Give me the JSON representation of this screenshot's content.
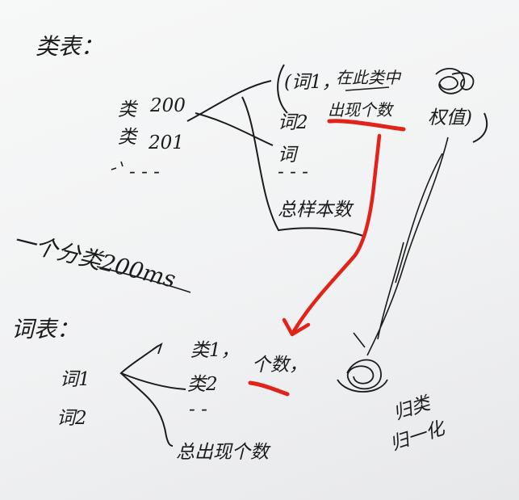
{
  "category_table": {
    "heading": "类表：",
    "rows": [
      {
        "prefix": "类",
        "id": "200"
      },
      {
        "prefix": "类",
        "id": "201"
      }
    ],
    "ellipsis": "- - -"
  },
  "word_entries": {
    "items": [
      "(词1，",
      "词2",
      "词",
      "- - -"
    ],
    "tags": [
      "在此类中",
      "出现个数",
      "权值)"
    ],
    "total_label": "总样本数"
  },
  "note": {
    "text": "一个分类200ms"
  },
  "word_table": {
    "heading": "词表：",
    "rows": [
      "词1",
      "词2"
    ],
    "class_items": [
      "类1，",
      "类2",
      "个数，",
      "- -"
    ],
    "total_label": "总出现个数"
  },
  "side_note": {
    "lines": [
      "归类",
      "归一化"
    ]
  },
  "colors": {
    "ink": "#1b1b1b",
    "accent_red": "#e2231a",
    "paper": "#f3f4f5"
  }
}
